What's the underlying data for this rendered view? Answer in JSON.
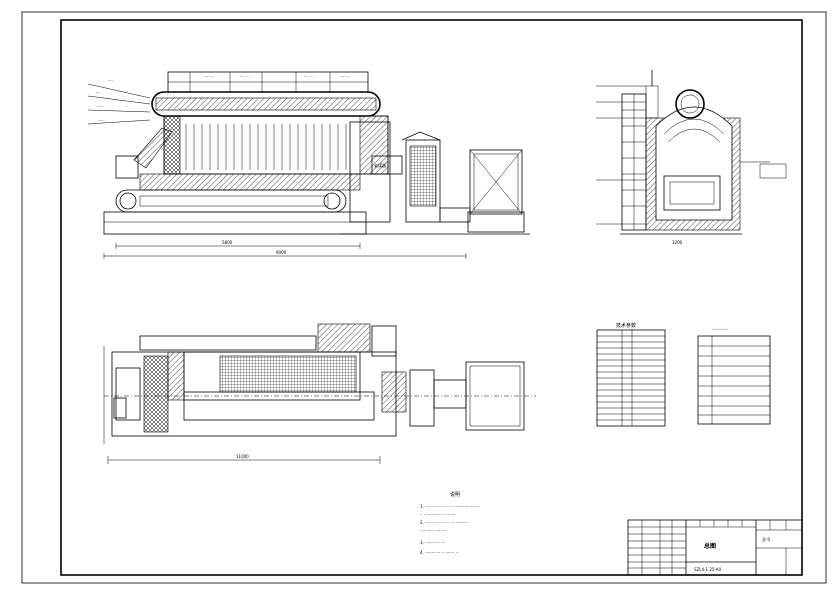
{
  "drawing": {
    "notes_title": "说明",
    "notes": [
      "1. ······· ··· ·· ··· ··· ····················",
      "   ·· ······ ········ · ·······",
      "2. ······ ·· ···· ···· ··· ··········",
      "   ·········· · ········",
      "3. ······ ·········",
      "4. ············ ·· ······· ··"
    ],
    "title_block": {
      "drawing_title": "总图",
      "drawing_number": "SZL4-1.25-AII",
      "sheet": "总-0"
    },
    "side_label": "省煤器",
    "left_labels": [
      "····",
      "···",
      "····",
      "····"
    ],
    "top_labels": [
      "··· ···",
      "··· ···",
      "··· ···",
      "··· ···"
    ],
    "param_table_title": "技术参数",
    "spec_table_title": "··········",
    "dimensions": {
      "front_total": "9000",
      "front_sub": "5800",
      "plan_total": "11000",
      "side_base": "3200"
    }
  }
}
